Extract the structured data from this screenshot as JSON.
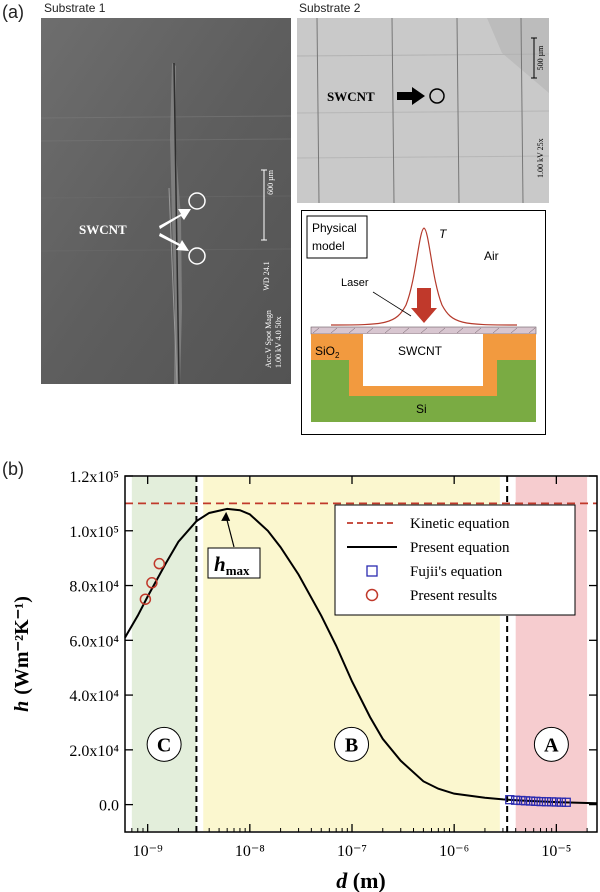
{
  "panel_a_label": "(a)",
  "panel_b_label": "(b)",
  "substrate1": {
    "title": "Substrate 1",
    "swcnt_label": "SWCNT",
    "scale_text": "600 µm",
    "wd_text": "WD 24.1",
    "info_text_1": "Acc.V  Spot Magn",
    "info_text_2": "1.00 kV 4.0   50x"
  },
  "substrate2": {
    "title": "Substrate 2",
    "swcnt_label": "SWCNT",
    "scale_text": "500 µm",
    "info_text": "1.00 kV 25x"
  },
  "physical_model": {
    "title_line1": "Physical",
    "title_line2": "model",
    "temp_label": "T",
    "air_label": "Air",
    "laser_label": "Laser",
    "sio2_label": "SiO",
    "sio2_sub": "2",
    "swcnt_label": "SWCNT",
    "si_label": "Si"
  },
  "colors": {
    "kinetic": "#c0392b",
    "present": "#000000",
    "fujii": "#2b2bb0",
    "results": "#c0392b",
    "region_c": "#e3eedb",
    "region_b": "#fbf7cf",
    "region_a": "#f6cccf",
    "sio2": "#f29a3f",
    "si": "#7aab43"
  },
  "chart_data": {
    "type": "line",
    "xlabel_main": "d",
    "xlabel_unit": " (m)",
    "ylabel_main": "h",
    "ylabel_unit": "(Wm⁻²K⁻¹)",
    "x_scale": "log",
    "xlim": [
      6e-10,
      2.5e-05
    ],
    "ylim": [
      -10000,
      120000
    ],
    "x_tick_labels": [
      "10⁻⁹",
      "10⁻⁸",
      "10⁻⁷",
      "10⁻⁶",
      "10⁻⁵"
    ],
    "x_ticks": [
      1e-09,
      1e-08,
      1e-07,
      1e-06,
      1e-05
    ],
    "y_ticks": [
      0,
      20000,
      40000,
      60000,
      80000,
      100000,
      120000
    ],
    "y_tick_labels": [
      "0.0",
      "2.0x10⁴",
      "4.0x10⁴",
      "6.0x10⁴",
      "8.0x10⁴",
      "1.0x10⁵",
      "1.2x10⁵"
    ],
    "regions": [
      {
        "label": "C",
        "x_start": 7e-10,
        "x_end": 3e-09
      },
      {
        "label": "B",
        "x_start": 3.5e-09,
        "x_end": 2.8e-06
      },
      {
        "label": "A",
        "x_start": 4e-06,
        "x_end": 2e-05
      }
    ],
    "vlines": [
      3e-09,
      3.3e-06
    ],
    "annotation": "h",
    "annotation_sub": "max",
    "annotation_point": [
      6e-09,
      108000
    ],
    "legend_position": "upper-right",
    "series": [
      {
        "name": "Kinetic equation",
        "style": "dashed",
        "x": [
          6e-10,
          2.5e-05
        ],
        "y": [
          110000,
          110000
        ]
      },
      {
        "name": "Present equation",
        "style": "solid",
        "x": [
          6e-10,
          8e-10,
          1e-09,
          1.5e-09,
          2e-09,
          3e-09,
          4e-09,
          6e-09,
          8e-09,
          1e-08,
          1.5e-08,
          2e-08,
          3e-08,
          5e-08,
          7e-08,
          1e-07,
          1.5e-07,
          2e-07,
          3e-07,
          5e-07,
          7e-07,
          1e-06,
          2e-06,
          3e-06,
          5e-06,
          1e-05,
          2e-05,
          2.5e-05
        ],
        "y": [
          61000,
          69000,
          76000,
          88000,
          96000,
          103500,
          106500,
          108000,
          107500,
          106000,
          100000,
          94000,
          84000,
          69000,
          58000,
          45000,
          32000,
          24000,
          16000,
          8500,
          5800,
          4000,
          2500,
          1900,
          1400,
          900,
          600,
          500
        ]
      },
      {
        "name": "Fujii's equation",
        "style": "square-markers",
        "x": [
          3.5e-06,
          4e-06,
          4.5e-06,
          5e-06,
          5.6e-06,
          6.3e-06,
          7.1e-06,
          8e-06,
          9e-06,
          1e-05,
          1.12e-05,
          1.25e-05
        ],
        "y": [
          1800,
          1600,
          1500,
          1400,
          1300,
          1200,
          1100,
          1050,
          1000,
          950,
          900,
          850
        ]
      },
      {
        "name": "Present results",
        "style": "circle-markers",
        "x": [
          9.5e-10,
          1.1e-09,
          1.3e-09
        ],
        "y": [
          75000,
          81000,
          88000
        ]
      }
    ]
  }
}
